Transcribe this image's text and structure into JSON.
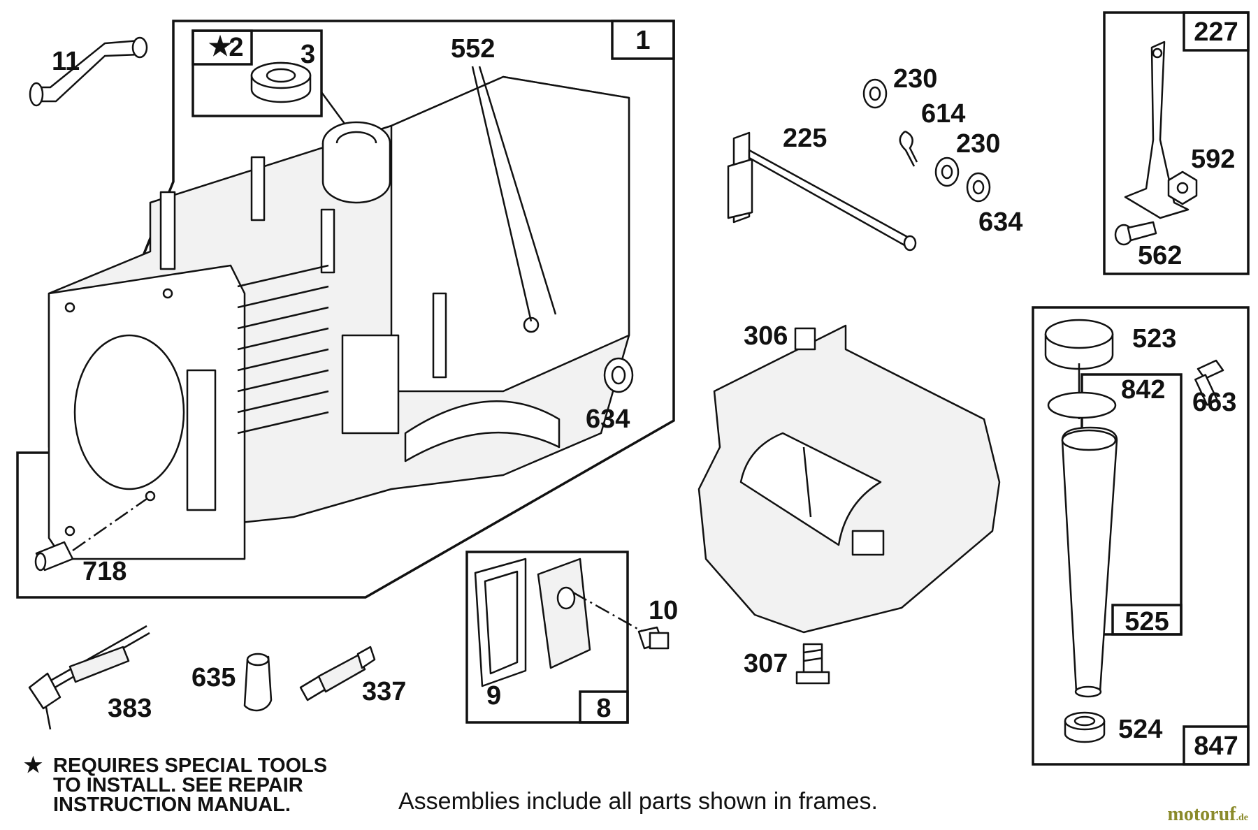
{
  "frames": {
    "f1": "1",
    "f2": "2",
    "f8": "8",
    "f227": "227",
    "f525": "525",
    "f847": "847"
  },
  "parts": {
    "p3": "3",
    "p11": "11",
    "p552": "552",
    "p634a": "634",
    "p718": "718",
    "p230a": "230",
    "p614": "614",
    "p225": "225",
    "p230b": "230",
    "p634b": "634",
    "p592": "592",
    "p562": "562",
    "p306": "306",
    "p523": "523",
    "p842": "842",
    "p663": "663",
    "p10": "10",
    "p9": "9",
    "p307": "307",
    "p383": "383",
    "p635": "635",
    "p337": "337",
    "p524": "524"
  },
  "note": {
    "star": "★",
    "text": "REQUIRES SPECIAL TOOLS\nTO INSTALL.  SEE REPAIR\nINSTRUCTION MANUAL."
  },
  "caption": "Assemblies include all parts shown in frames.",
  "watermark": {
    "name": "motoruf",
    "tld": ".de"
  },
  "colors": {
    "ink": "#111111",
    "watermark": "#8a8a2a"
  }
}
